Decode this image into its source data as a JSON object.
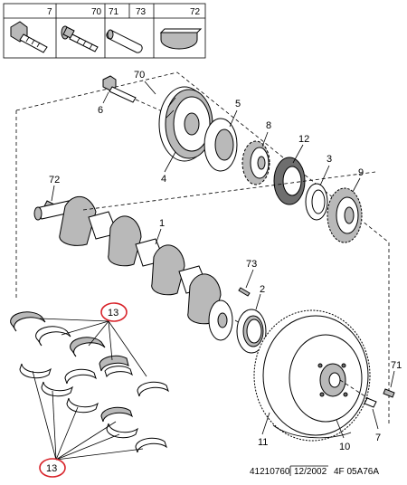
{
  "legend": {
    "items": [
      {
        "ref": "7",
        "icon": "bolt-icon"
      },
      {
        "ref": "70",
        "icon": "flanged-screw-icon"
      },
      {
        "ref": "71",
        "icon": "dowel-pin-icon"
      },
      {
        "ref": "73",
        "icon": "pin-icon"
      },
      {
        "ref": "72",
        "icon": "woodruff-key-icon"
      }
    ]
  },
  "callouts": {
    "c1": "1",
    "c2": "2",
    "c3": "3",
    "c4": "4",
    "c5": "5",
    "c6": "6",
    "c7": "7",
    "c8": "8",
    "c9": "9",
    "c10": "10",
    "c11": "11",
    "c12": "12",
    "c70": "70",
    "c71": "71",
    "c72": "72",
    "c73": "73",
    "c13_top": "13",
    "c13_bottom": "13"
  },
  "footer": {
    "code": "41210760",
    "date": "12/2002",
    "ref": "4F 05A76A"
  },
  "colors": {
    "highlight": "#d8232a",
    "shading": "#b9b9b9"
  }
}
